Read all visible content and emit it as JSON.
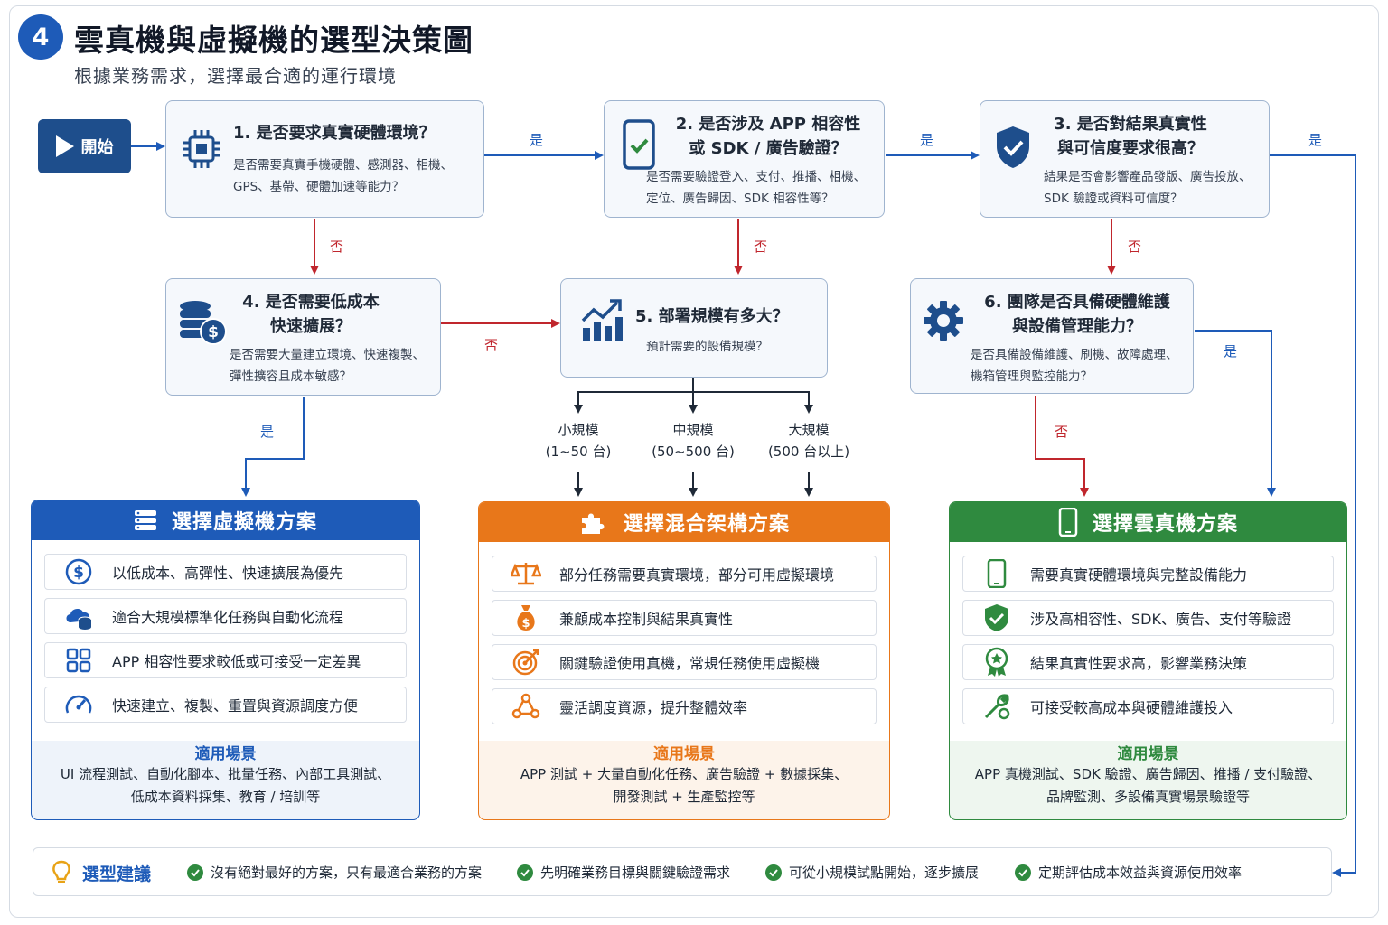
{
  "header": {
    "badge": "4",
    "title": "雲真機與虛擬機的選型決策圖",
    "subtitle": "根據業務需求，選擇最合適的運行環境"
  },
  "start_label": "開始",
  "questions": {
    "q1": {
      "title": "1. 是否要求真實硬體環境？",
      "desc1": "是否需要真實手機硬體、感測器、相機、",
      "desc2": "GPS、基帶、硬體加速等能力？"
    },
    "q2": {
      "title1": "2. 是否涉及 APP 相容性",
      "title2": "或 SDK / 廣告驗證？",
      "desc1": "是否需要驗證登入、支付、推播、相機、",
      "desc2": "定位、廣告歸因、SDK 相容性等？"
    },
    "q3": {
      "title1": "3. 是否對結果真實性",
      "title2": "與可信度要求很高？",
      "desc1": "結果是否會影響產品發版、廣告投放、",
      "desc2": "SDK 驗證或資料可信度？"
    },
    "q4": {
      "title1": "4. 是否需要低成本",
      "title2": "快速擴展？",
      "desc1": "是否需要大量建立環境、快速複製、",
      "desc2": "彈性擴容且成本敏感？"
    },
    "q5": {
      "title": "5. 部署規模有多大？",
      "desc": "預計需要的設備規模？"
    },
    "q6": {
      "title1": "6. 團隊是否具備硬體維護",
      "title2": "與設備管理能力？",
      "desc1": "是否具備設備維護、刷機、故障處理、",
      "desc2": "機箱管理與監控能力？"
    }
  },
  "labels": {
    "yes": "是",
    "no": "否"
  },
  "scales": [
    {
      "name": "小規模",
      "range": "(1~50 台)"
    },
    {
      "name": "中規模",
      "range": "(50~500 台)"
    },
    {
      "name": "大規模",
      "range": "(500 台以上)"
    }
  ],
  "panels": {
    "vm": {
      "title": "選擇虛擬機方案",
      "color": "#1e5bb8",
      "items": [
        "以低成本、高彈性、快速擴展為優先",
        "適合大規模標準化任務與自動化流程",
        "APP 相容性要求較低或可接受一定差異",
        "快速建立、複製、重置與資源調度方便"
      ],
      "scenario_title": "適用場景",
      "scenario_line1": "UI 流程測試、自動化腳本、批量任務、內部工具測試、",
      "scenario_line2": "低成本資料採集、教育 / 培訓等"
    },
    "hybrid": {
      "title": "選擇混合架構方案",
      "color": "#e8771a",
      "items": [
        "部分任務需要真實環境，部分可用虛擬環境",
        "兼顧成本控制與結果真實性",
        "關鍵驗證使用真機，常規任務使用虛擬機",
        "靈活調度資源，提升整體效率"
      ],
      "scenario_title": "適用場景",
      "scenario_line1": "APP 測試 + 大量自動化任務、廣告驗證 + 數據採集、",
      "scenario_line2": "開發測試 + 生產監控等"
    },
    "real": {
      "title": "選擇雲真機方案",
      "color": "#2f8a3f",
      "items": [
        "需要真實硬體環境與完整設備能力",
        "涉及高相容性、SDK、廣告、支付等驗證",
        "結果真實性要求高，影響業務決策",
        "可接受較高成本與硬體維護投入"
      ],
      "scenario_title": "適用場景",
      "scenario_line1": "APP 真機測試、SDK 驗證、廣告歸因、推播 / 支付驗證、",
      "scenario_line2": "品牌監測、多設備真實場景驗證等"
    }
  },
  "tips": {
    "title": "選型建議",
    "items": [
      "沒有絕對最好的方案，只有最適合業務的方案",
      "先明確業務目標與關鍵驗證需求",
      "可從小規模試點開始，逐步擴展",
      "定期評估成本效益與資源使用效率"
    ]
  }
}
